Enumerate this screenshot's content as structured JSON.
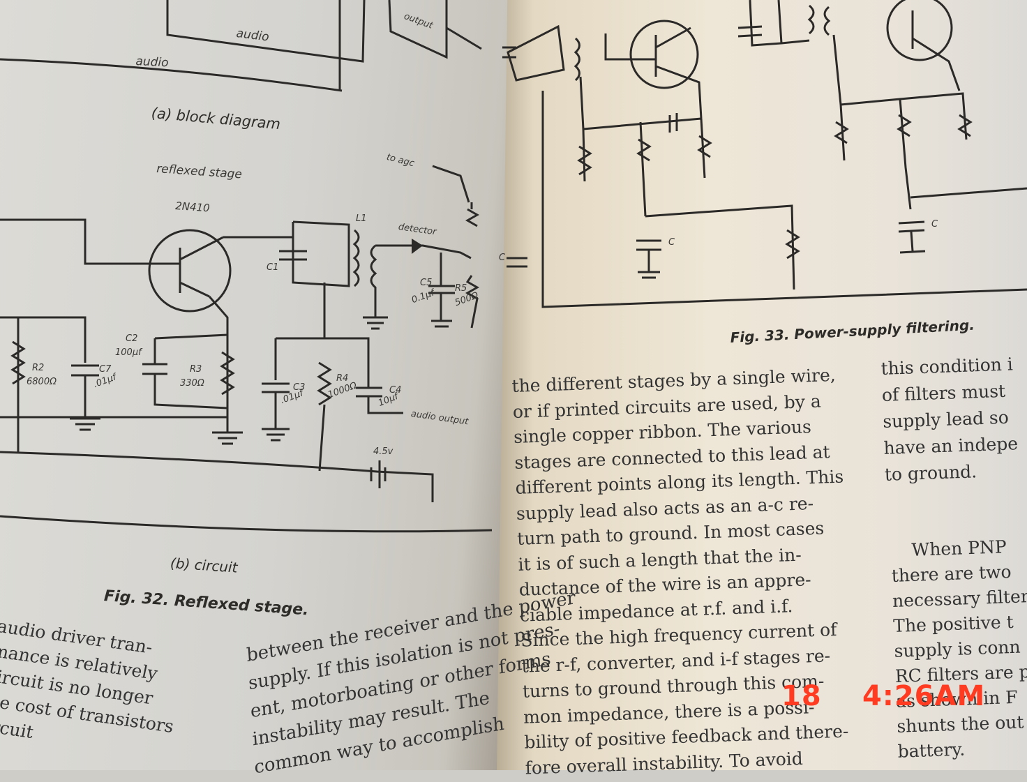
{
  "left_page": {
    "labels": {
      "block_audio_top": "audio",
      "block_audio_bottom": "audio",
      "block_output": "output",
      "reflexed_stage": "reflexed stage",
      "transistor": "2N410",
      "to_agc": "to agc",
      "detector": "detector",
      "L1": "L1",
      "C1": "C1",
      "C2": "C2",
      "C2_val": "100μf",
      "C7": "C7",
      "C7_val": ".01μf",
      "R2": "R2",
      "R2_val": "6800Ω",
      "R3": "R3",
      "R3_val": "330Ω",
      "C3": "C3",
      "C3_val": ".01μf",
      "R4": "R4",
      "R4_val": "1000Ω",
      "C4": "C4",
      "C4_val": "10μf",
      "C5": "C5",
      "C5_val": "0.1μf",
      "R5": "R5",
      "R5_val": "500Ω",
      "audio_output": "audio output",
      "battery": "4.5v"
    },
    "captions": {
      "block_diagram": "(a) block diagram",
      "circuit": "(b) circuit",
      "fig32": "Fig. 32. Reflexed stage."
    },
    "body_left": [
      "audio driver tran-",
      "mance is relatively",
      "circuit is no longer",
      "the cost of transistors",
      "circuit"
    ],
    "body_right": [
      "between the receiver and the power",
      "supply. If this isolation is not pres-",
      "ent, motorboating or other forms",
      "instability may result. The",
      "common way to accomplish"
    ]
  },
  "right_page": {
    "labels": {
      "cap_c1": "C",
      "cap_c2": "C",
      "cap_c3": "C"
    },
    "captions": {
      "fig33": "Fig. 33. Power-supply filtering."
    },
    "body_main": [
      "the different stages by a single wire,",
      "or if printed circuits are used, by a",
      "single copper ribbon. The various",
      "stages are connected to this lead at",
      "different points along its length. This",
      "supply lead also acts as an a-c re-",
      "turn path to ground. In most cases",
      "it is of such a length that the in-",
      "ductance of the wire is an appre-",
      "ciable impedance at r.f. and i.f.",
      "Since the high frequency current of",
      "the r-f, converter, and i-f stages re-",
      "turns to ground through this com-",
      "mon impedance, there is a possi-",
      "bility of positive feedback and there-",
      "fore overall instability. To avoid"
    ],
    "body_side_top": [
      "this condition i",
      "of filters must",
      "supply lead so",
      "have an indepe",
      "to ground."
    ],
    "body_side_bottom": [
      "When PNP",
      "there are two",
      "necessary filter",
      "The positive t",
      "supply is conn",
      "RC filters are p",
      "as shown in F",
      "shunts the out",
      "battery."
    ]
  },
  "timestamp": {
    "day": "18",
    "time": "4:26AM",
    "color": "#ff3b22"
  }
}
